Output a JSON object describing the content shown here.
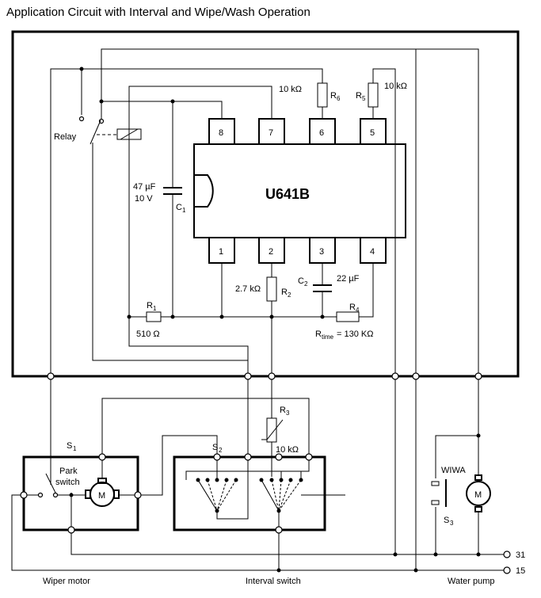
{
  "title": "Application Circuit with Interval and Wipe/Wash Operation",
  "ic": {
    "name": "U641B",
    "pins_top": [
      "8",
      "7",
      "6",
      "5"
    ],
    "pins_bottom": [
      "1",
      "2",
      "3",
      "4"
    ]
  },
  "components": {
    "relay": "Relay",
    "c1_value": "47 µF",
    "c1_voltage": "10 V",
    "c1_ref": "C",
    "c1_sub": "1",
    "c2_ref": "C",
    "c2_sub": "2",
    "c2_value": "22 µF",
    "r1_ref": "R",
    "r1_sub": "1",
    "r1_value": "510 Ω",
    "r2_ref": "R",
    "r2_sub": "2",
    "r2_value": "2.7 kΩ",
    "r3_ref": "R",
    "r3_sub": "3",
    "r3_value": "10 kΩ",
    "r4_ref": "R",
    "r4_sub": "4",
    "rtime_ref": "R",
    "rtime_sub": "time",
    "rtime_value": "= 130 KΩ",
    "r5_ref": "R",
    "r5_sub": "5",
    "r5_value": "10 kΩ",
    "r6_ref": "R",
    "r6_sub": "6",
    "r6_value": "10 kΩ",
    "s1_ref": "S",
    "s1_sub": "1",
    "s2_ref": "S",
    "s2_sub": "2",
    "s3_ref": "S",
    "s3_sub": "3",
    "park_switch_1": "Park",
    "park_switch_2": "switch",
    "motor_symbol": "M",
    "pump_symbol": "M",
    "wiwa": "WIWA"
  },
  "bottom_labels": {
    "wiper_motor": "Wiper motor",
    "interval_switch": "Interval switch",
    "water_pump": "Water pump"
  },
  "terminals": [
    "31",
    "15"
  ]
}
